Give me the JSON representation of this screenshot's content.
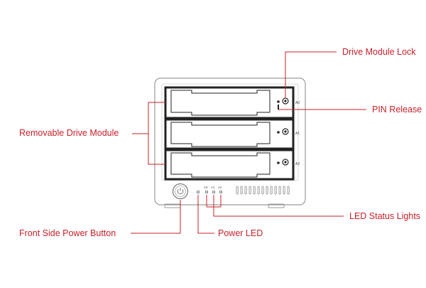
{
  "colors": {
    "callout": "#c8202a",
    "outline": "#222222",
    "body_line": "#9a9a9a"
  },
  "callouts": {
    "drive_module_lock": "Drive Module Lock",
    "pin_release": "PIN Release",
    "removable_drive_module": "Removable Drive Module",
    "led_status_lights": "LED Status Lights",
    "front_power_button": "Front Side Power Button",
    "power_led": "Power LED"
  },
  "device": {
    "bays": [
      {
        "id": "A0"
      },
      {
        "id": "A1"
      },
      {
        "id": "A2"
      }
    ],
    "status_led_labels": [
      "A0",
      "A1",
      "A2"
    ],
    "vent_slots": 13,
    "icons": [
      "power-icon",
      "lock-icon"
    ]
  }
}
